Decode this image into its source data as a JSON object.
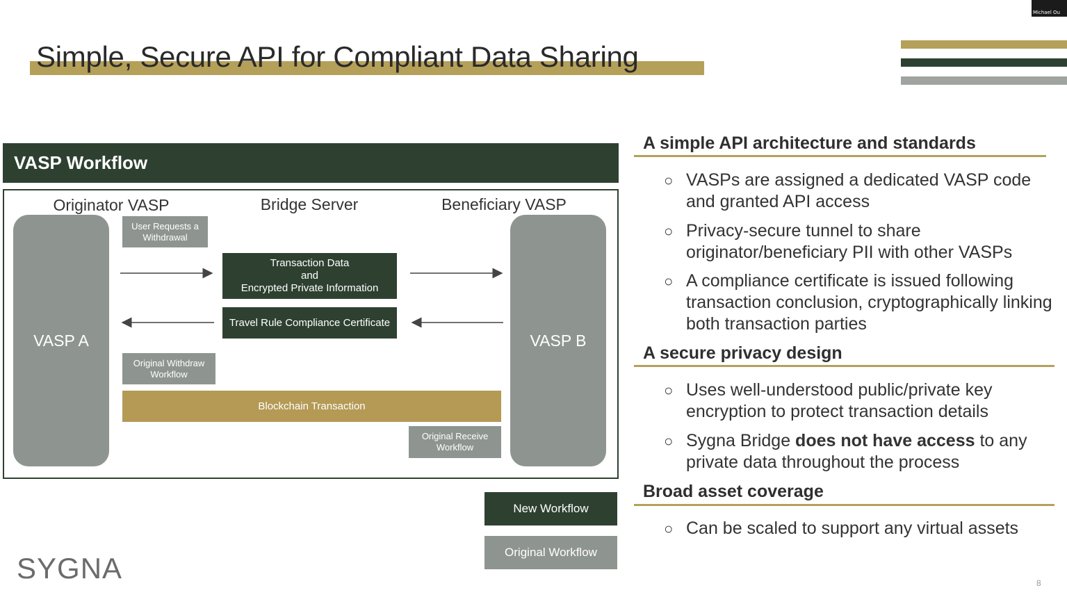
{
  "title": "Simple, Secure API for Compliant Data Sharing",
  "presenter": {
    "name": "Michael Ou"
  },
  "workflow": {
    "header": "VASP Workflow",
    "col_originator": "Originator VASP",
    "col_bridge": "Bridge Server",
    "col_beneficiary": "Beneficiary VASP",
    "vasp_a": "VASP A",
    "vasp_b": "VASP B",
    "user_requests": "User Requests a Withdrawal",
    "tx_data_l1": "Transaction Data",
    "tx_data_l2": "and",
    "tx_data_l3": "Encrypted Private Information",
    "certificate": "Travel Rule Compliance Certificate",
    "orig_withdraw": "Original Withdraw Workflow",
    "blockchain": "Blockchain Transaction",
    "orig_receive": "Original Receive Workflow"
  },
  "legend": {
    "new": "New Workflow",
    "original": "Original Workflow"
  },
  "sections": [
    {
      "heading": "A simple API architecture and standards",
      "bullets": [
        "VASPs are assigned a dedicated VASP code and granted API access",
        "Privacy-secure tunnel to share originator/beneficiary PII with other VASPs",
        "A compliance certificate is issued following transaction conclusion, cryptographically linking both transaction parties"
      ]
    },
    {
      "heading": "A secure privacy design",
      "bullets": [
        "Uses well-understood public/private key encryption to protect transaction details"
      ],
      "bridge_bullet": {
        "pre": "Sygna Bridge ",
        "bold": "does not have access",
        "post": " to any private data throughout the process"
      }
    },
    {
      "heading": "Broad asset coverage",
      "bullets": [
        "Can be scaled to support any virtual assets"
      ]
    }
  ],
  "bullet_symbol": "○",
  "logo": "SYGNA",
  "page_number": "8",
  "colors": {
    "dark_green": "#2e4131",
    "gold": "#b5a05a",
    "gray": "#8e9590"
  }
}
